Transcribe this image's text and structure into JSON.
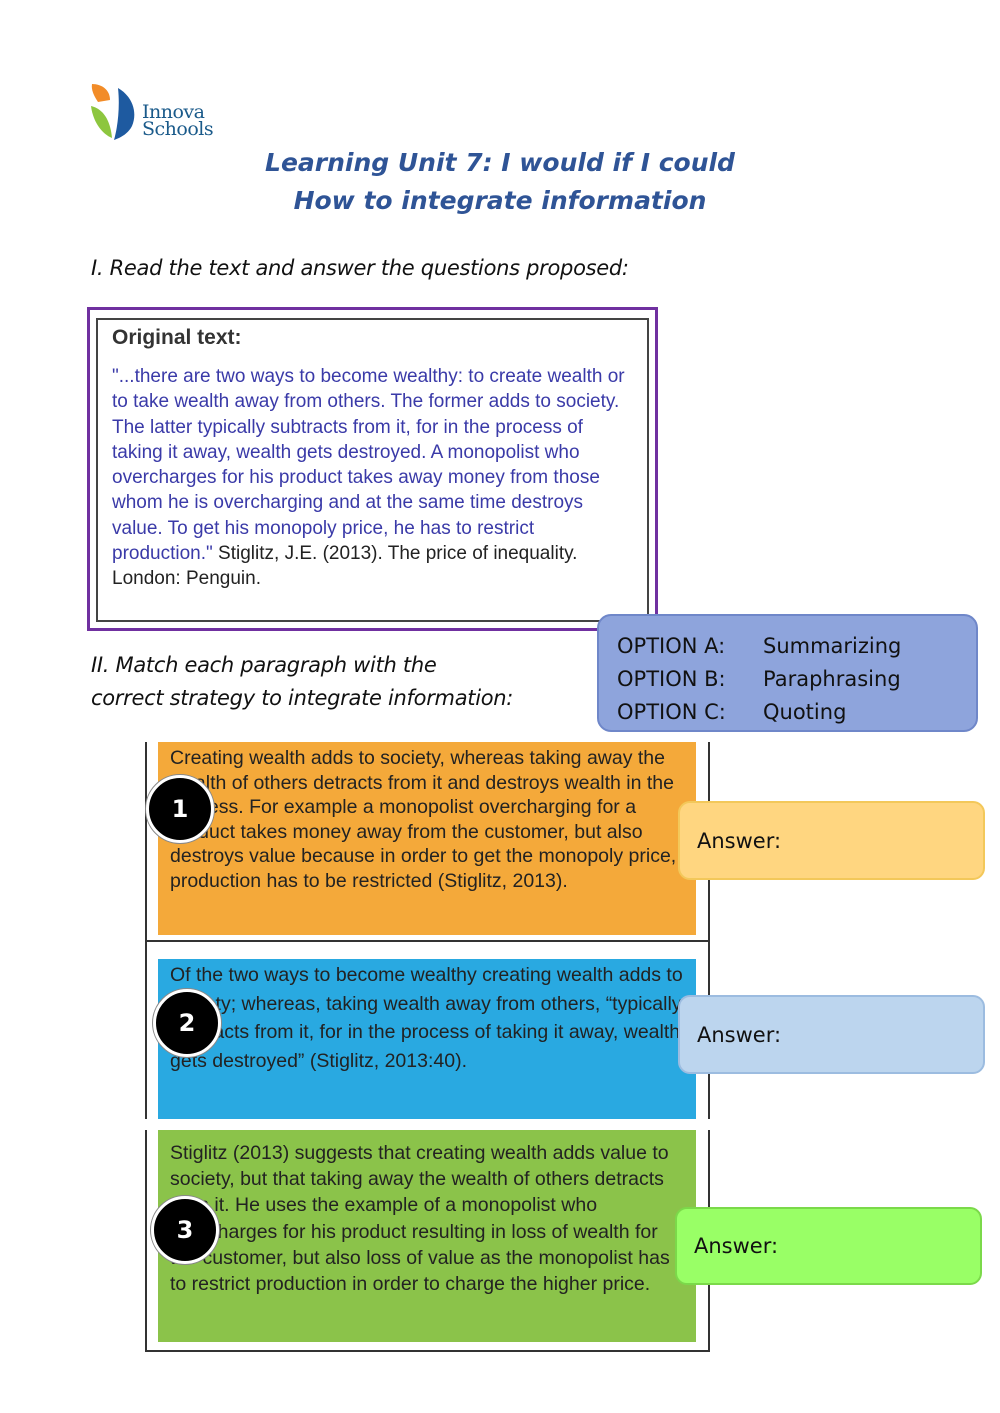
{
  "logo": {
    "line1": "Innova",
    "line2": "Schools"
  },
  "title": {
    "line1": "Learning Unit 7: I would if I could",
    "line2": "How to integrate information"
  },
  "section1": {
    "instruction": "I. Read the text and answer the questions proposed:"
  },
  "original_text": {
    "heading": "Original text:",
    "quote": "\"...there are two ways to become wealthy: to create wealth or to take wealth away from others. The former adds to society. The latter typically subtracts from it, for in the process of taking it away, wealth gets destroyed. A monopolist who overcharges for his product takes away money from those whom he is overcharging and at the same time destroys value. To get his monopoly price, he has to restrict production.\"",
    "citation": "Stiglitz, J.E. (2013). The price of inequality. London: Penguin."
  },
  "section2": {
    "instruction_line1": "II. Match each paragraph with the",
    "instruction_line2": "correct strategy to integrate information:"
  },
  "options": [
    {
      "key": "OPTION A:",
      "value": "Summarizing"
    },
    {
      "key": "OPTION B:",
      "value": "Paraphrasing"
    },
    {
      "key": "OPTION C:",
      "value": "Quoting"
    }
  ],
  "paragraphs": [
    {
      "number": "1",
      "text": "Creating wealth adds to society, whereas taking away the wealth of others detracts from it and destroys wealth in the process. For example a monopolist overcharging for a product takes money away from the customer, but also destroys value because in order to get the monopoly price, production has to be restricted (Stiglitz, 2013)."
    },
    {
      "number": "2",
      "text": "Of the two ways to become wealthy creating wealth adds to society; whereas, taking wealth away from others, “typically subtracts from it, for in the process of taking it away, wealth gets destroyed” (Stiglitz, 2013:40)."
    },
    {
      "number": "3",
      "text": "Stiglitz (2013) suggests that creating wealth adds value to society, but that taking away the wealth of others detracts from it. He uses the example of a monopolist who overcharges for his product resulting in loss of wealth for the customer, but also loss of value as the monopolist has to restrict production in order to charge the higher price."
    }
  ],
  "answers": [
    {
      "label": "Answer:",
      "color": "#ffd680"
    },
    {
      "label": "Answer:",
      "color": "#bcd5ee"
    },
    {
      "label": "Answer:",
      "color": "#99ff66"
    }
  ],
  "colors": {
    "title": "#2f5496",
    "frame": "#7030a0",
    "quote": "#3a3aa8",
    "options_bg": "#8ea4dc",
    "para1": "#f4a93a",
    "para2": "#29a9e1",
    "para3": "#8bc34a"
  }
}
